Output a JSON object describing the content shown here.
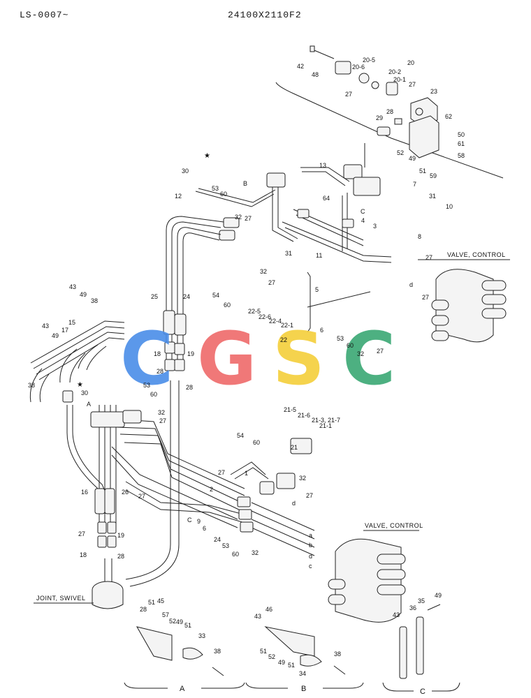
{
  "header": {
    "left": "LS-0007~",
    "center": "24100X2110F2"
  },
  "captions": {
    "valve_control_upper": "VALVE, CONTROL",
    "valve_control_lower": "VALVE, CONTROL",
    "joint_swivel": "JOINT, SWIVEL"
  },
  "section_labels": {
    "A": "A",
    "B": "B",
    "C": "C"
  },
  "port_letters": [
    "a",
    "b",
    "c",
    "d"
  ],
  "watermark": {
    "letters": [
      "C",
      "G",
      "S",
      "C"
    ],
    "colors": [
      "#4a8de8",
      "#ef6a6a",
      "#f5cf3a",
      "#3aa874"
    ]
  },
  "part_numbers": [
    "42",
    "48",
    "27",
    "20-5",
    "20-6",
    "20-2",
    "20",
    "20-1",
    "27",
    "23",
    "28",
    "29",
    "62",
    "50",
    "61",
    "52",
    "49",
    "58",
    "51",
    "59",
    "13",
    "64",
    "7",
    "31",
    "10",
    "8",
    "C",
    "4",
    "3",
    "B",
    "30",
    "12",
    "53",
    "60",
    "32",
    "27",
    "31",
    "11",
    "5",
    "27",
    "d",
    "27",
    "VALVE",
    "32",
    "27",
    "54",
    "60",
    "22-5",
    "22-6",
    "22-4",
    "22-1",
    "22",
    "6",
    "53",
    "60",
    "32",
    "27",
    "a",
    "b",
    "c",
    "25",
    "24",
    "18",
    "19",
    "28",
    "28",
    "43",
    "49",
    "38",
    "43",
    "49",
    "17",
    "15",
    "38",
    "30",
    "53",
    "60",
    "A",
    "32",
    "27",
    "54",
    "60",
    "21-5",
    "21-6",
    "21-3, 21-7",
    "21-1",
    "21",
    "27",
    "2",
    "1",
    "32",
    "27",
    "d",
    "27",
    "C",
    "9",
    "6",
    "16",
    "26",
    "24",
    "53",
    "60",
    "32",
    "27",
    "19",
    "18",
    "28",
    "28",
    "51",
    "45",
    "57",
    "52",
    "49",
    "51",
    "33",
    "38",
    "43",
    "46",
    "51",
    "52",
    "49",
    "51",
    "34",
    "38",
    "43",
    "36",
    "35",
    "49",
    "45"
  ],
  "star_marks": [
    "★",
    "★"
  ]
}
